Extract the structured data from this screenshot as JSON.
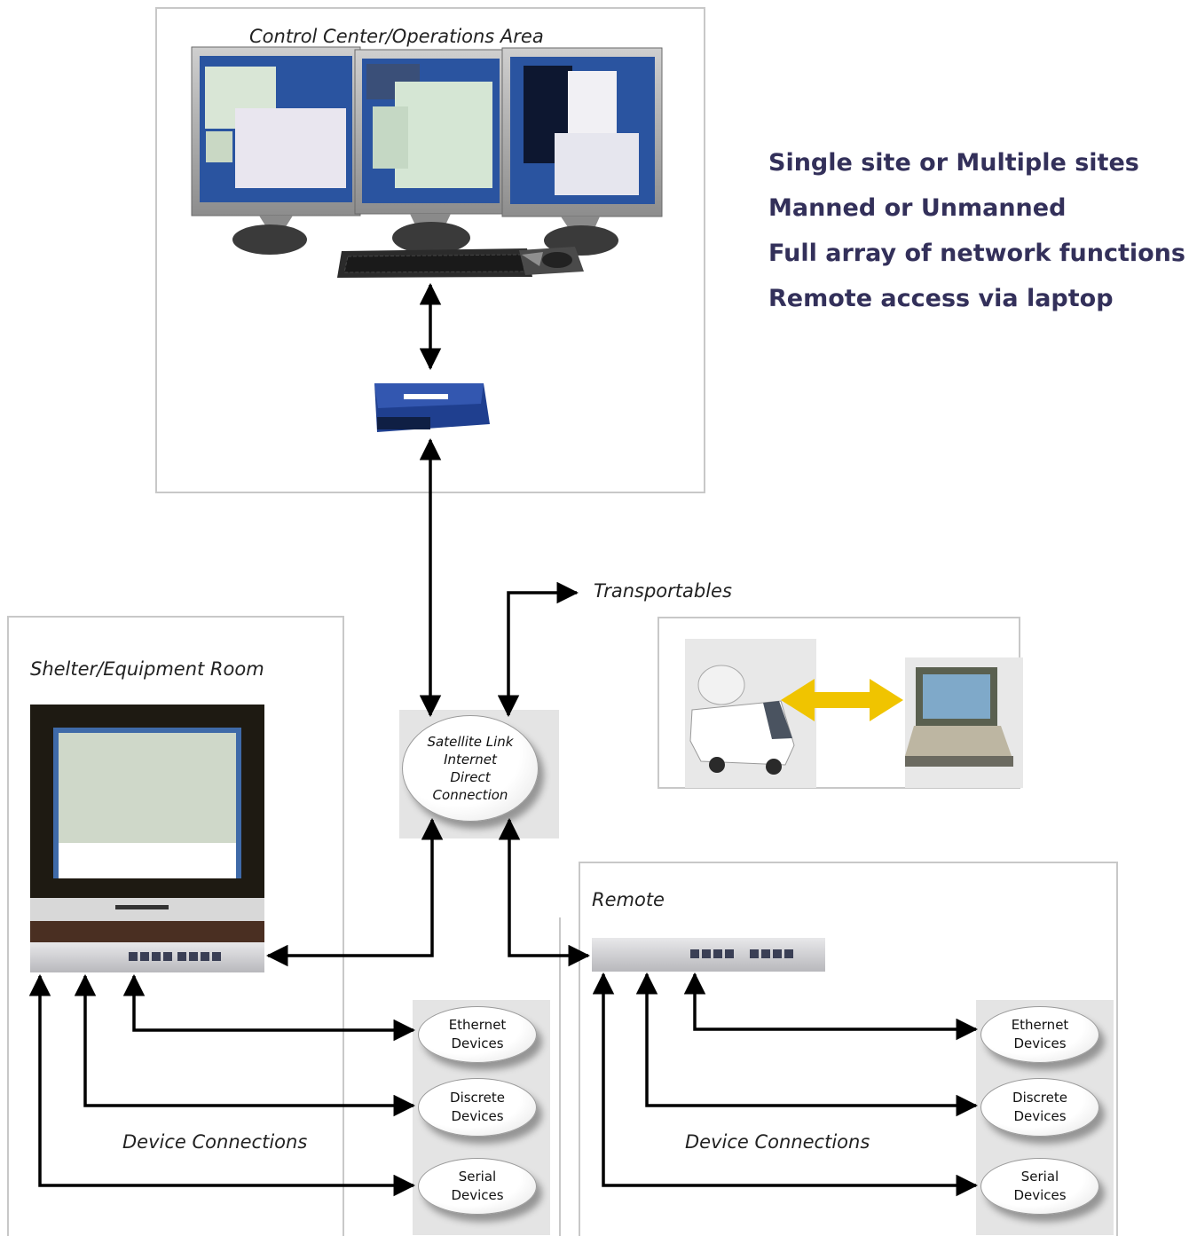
{
  "panels": {
    "control_center": {
      "title": "Control Center/Operations Area"
    },
    "shelter": {
      "title": "Shelter/Equipment Room"
    },
    "remote": {
      "title": "Remote"
    },
    "transportables": {
      "title": "Transportables"
    }
  },
  "features": [
    "Single site or Multiple sites",
    "Manned or Unmanned",
    "Full array of network functions",
    "Remote access via laptop"
  ],
  "hub": {
    "lines": "Satellite Link\nInternet\nDirect\nConnection"
  },
  "device_groups": {
    "label": "Device Connections",
    "devices": [
      {
        "label": "Ethernet\nDevices"
      },
      {
        "label": "Discrete\nDevices"
      },
      {
        "label": "Serial\nDevices"
      }
    ]
  },
  "colors": {
    "panel_border": "#c8c8c8",
    "heading_text": "#33305a",
    "arrow": "#000000",
    "link_arrow": "#f0c400",
    "monitor_screen": "#2a54a0"
  }
}
